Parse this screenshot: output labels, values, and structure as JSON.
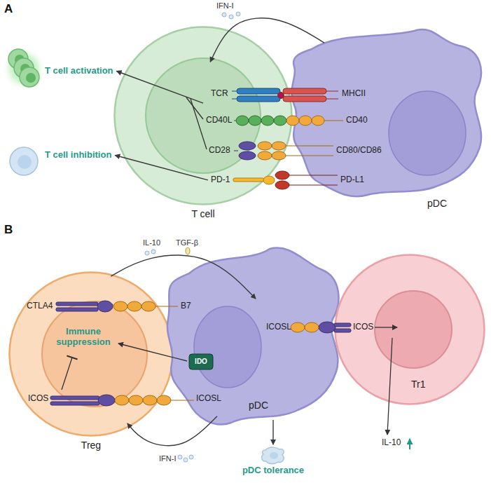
{
  "diagram": {
    "nodes": [
      {
        "text": [
          "T cell activation"
        ]
      },
      {
        "text": [
          "T cell"
        ]
      },
      {
        "text": [
          "T cell inhibition"
        ]
      },
      {
        "text": [
          "pDC"
        ]
      },
      {
        "text": [
          "Treg"
        ]
      },
      {
        "text": [
          "pDC"
        ]
      },
      {
        "text": [
          "Tr1"
        ]
      },
      {
        "text": [
          "pDC tolerance"
        ]
      }
    ],
    "edges": [
      {
        "from": 3,
        "to": 1,
        "arrow": "to",
        "label": "IFN-I"
      },
      {
        "from": 1,
        "to": 0,
        "arrow": "to"
      },
      {
        "from": 1,
        "to": 2,
        "arrow": "to"
      },
      {
        "from": 4,
        "to": 5,
        "arrow": "to"
      },
      {
        "from": 5,
        "to": 4,
        "arrow": "to",
        "label": "IFN-I"
      },
      {
        "from": 5,
        "to": 7,
        "arrow": "to"
      }
    ],
    "labels": [
      "A",
      "TCR",
      "MHCII",
      "CD40L",
      "CD40",
      "CD28",
      "CD80/CD86",
      "PD-1",
      "PD-L1",
      "B",
      "IL-10",
      "TGF-β",
      "CTLA4",
      "B7",
      "Immune suppression",
      "IDO",
      "ICOSL",
      "ICOS",
      "ICOS",
      "ICOSL",
      "IL-10"
    ]
  }
}
